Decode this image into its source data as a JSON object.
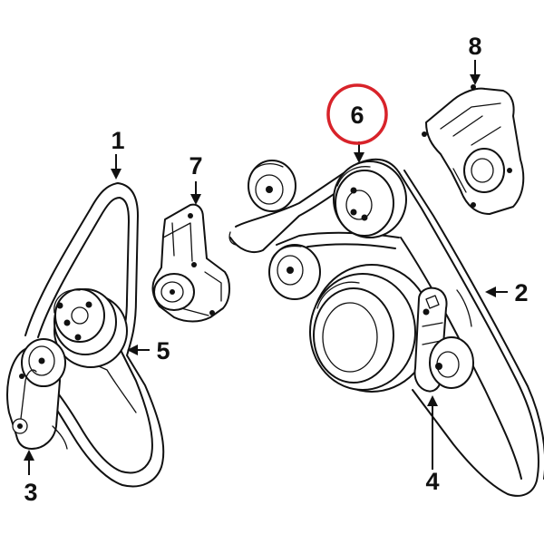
{
  "callouts": {
    "c1": "1",
    "c2": "2",
    "c3": "3",
    "c4": "4",
    "c5": "5",
    "c6": "6",
    "c7": "7",
    "c8": "8"
  },
  "highlight": {
    "part": "6",
    "color": "#d8232a"
  },
  "colors": {
    "line": "#111111",
    "background": "#ffffff"
  }
}
